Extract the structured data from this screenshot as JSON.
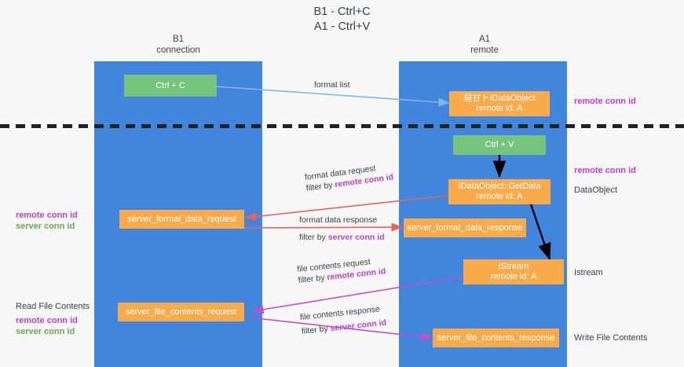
{
  "title": {
    "line1": "B1 - Ctrl+C",
    "line2": "A1 - Ctrl+V"
  },
  "columns": [
    {
      "name": "B1",
      "role": "connection"
    },
    {
      "name": "A1",
      "role": "remote"
    }
  ],
  "colors": {
    "lane": "#4285dd",
    "green_node": "#74c47d",
    "orange_node": "#f9aa4b",
    "purple_text": "#c040c8",
    "green_text": "#6aa84f",
    "red_arrow": "#e8645a",
    "magenta_arrow": "#c34fd0",
    "blue_arrow": "#7eb6e8",
    "black_arrow": "#000000",
    "background": "#f7f7f7"
  },
  "nodes": {
    "ctrl_c": "Ctrl + C",
    "ole_idataobject_l1": "屉⽢トIDataObject",
    "ole_idataobject_l2": "remote id: A",
    "ctrl_v": "Ctrl + V",
    "getdata_l1": "IDataObject::GetData",
    "getdata_l2": "remote id: A",
    "server_format_data_request": "server_format_data_request",
    "server_format_data_response": "server_format_data_response",
    "istream_l1": "IStream",
    "istream_l2": "remote id: A",
    "server_file_contents_request": "server_file_contents_request",
    "server_file_contents_response": "server_file_contents_response"
  },
  "edge_labels": {
    "format_list": "format list",
    "format_data_request": "format data request",
    "format_data_request_filter_prefix": "filter by ",
    "format_data_request_filter_key": "remote conn id",
    "format_data_response": "format data response",
    "format_data_response_filter_prefix": "filter by ",
    "format_data_response_filter_key": "server conn id",
    "file_contents_request": "file contents request",
    "file_contents_request_filter_prefix": "filter by ",
    "file_contents_request_filter_key": "remote conn id",
    "file_contents_response": "file contents response",
    "file_contents_response_filter_prefix": "filter by ",
    "file_contents_response_filter_key": "server conn id"
  },
  "annotations": {
    "right_remote_conn_id_1": "remote conn id",
    "right_remote_conn_id_2": "remote conn id",
    "right_dataobject": "DataObject",
    "right_istream": "Istream",
    "right_write_file_contents": "Write File Contents",
    "left_remote_conn_id": "remote conn id",
    "left_server_conn_id": "server conn id",
    "left_read_file_contents": "Read File Contents",
    "left_remote_conn_id_2": "remote conn id",
    "left_server_conn_id_2": "server conn id"
  }
}
